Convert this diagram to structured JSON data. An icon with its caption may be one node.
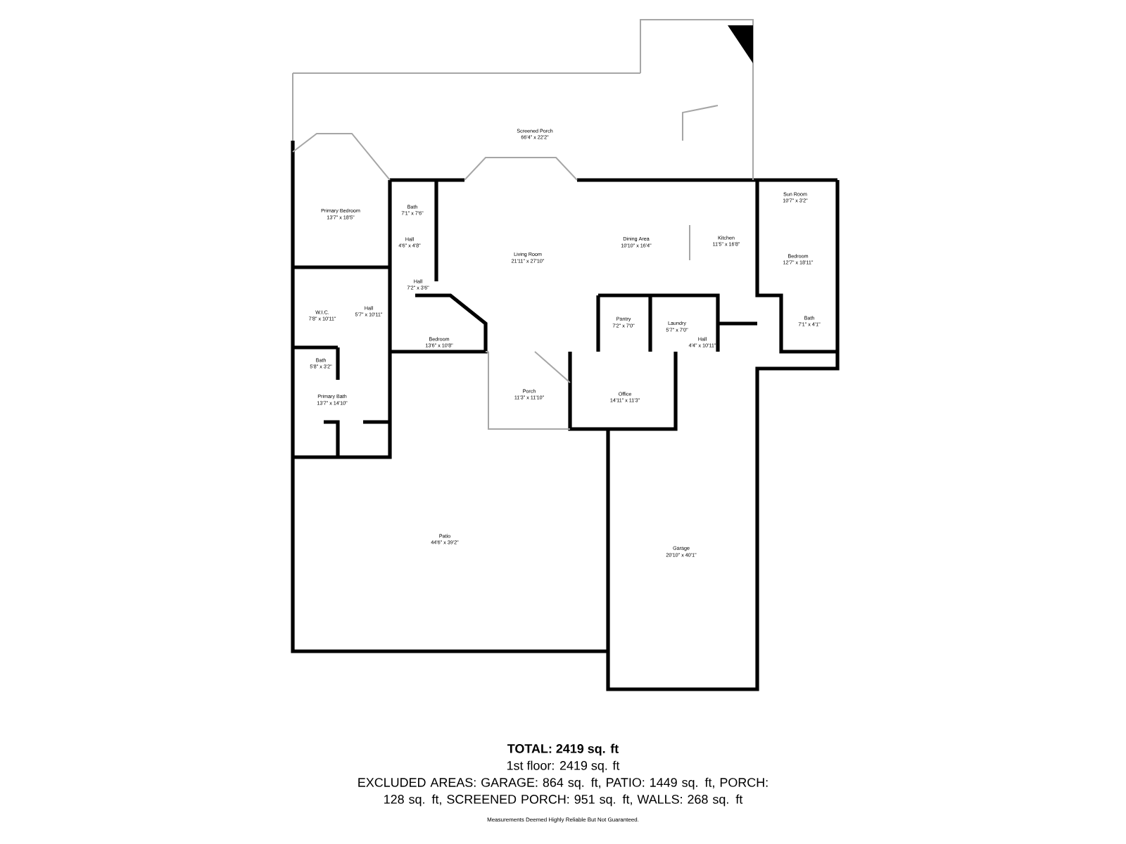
{
  "diagram": {
    "labels": [
      "Screened Porch",
      "66'4\" x 22'2\"",
      "Primary Bedroom",
      "13'7\" x 18'5\"",
      "Bath",
      "7'1\" x 7'6\"",
      "Hall",
      "4'6\" x 4'8\"",
      "Living Room",
      "21'11\" x 27'10\"",
      "Dining Area",
      "10'10\" x 16'4\"",
      "Kitchen",
      "11'5\" x 16'8\"",
      "Sun Room",
      "10'7\" x 3'2\"",
      "Hall",
      "7'2\" x 3'6\"",
      "Bedroom",
      "12'7\" x 18'11\"",
      "W.I.C.",
      "7'8\" x 10'11\"",
      "Hall",
      "5'7\" x 10'11\"",
      "Bedroom",
      "13'6\" x 10'8\"",
      "Pantry",
      "7'2\" x 7'0\"",
      "Laundry",
      "5'7\" x 7'0\"",
      "Hall",
      "4'4\" x 10'11\"",
      "Bath",
      "7'1\" x 4'1\"",
      "Bath",
      "5'8\" x 3'2\"",
      "Primary Bath",
      "13'7\" x 14'10\"",
      "Porch",
      "11'3\" x 11'10\"",
      "Office",
      "14'11\" x 11'3\"",
      "Patio",
      "44'6\" x 39'2\"",
      "Garage",
      "20'10\" x 40'1\"",
      "TOTAL: 2419 sq. ft",
      "1st floor: 2419 sq. ft",
      "EXCLUDED AREAS: GARAGE: 864 sq. ft, PATIO: 1449 sq. ft, PORCH: 128 sq. ft, SCREENED PORCH: 951 sq. ft, WALLS: 268 sq. ft",
      "Measurements Deemed Highly Reliable But Not Guaranteed."
    ]
  }
}
